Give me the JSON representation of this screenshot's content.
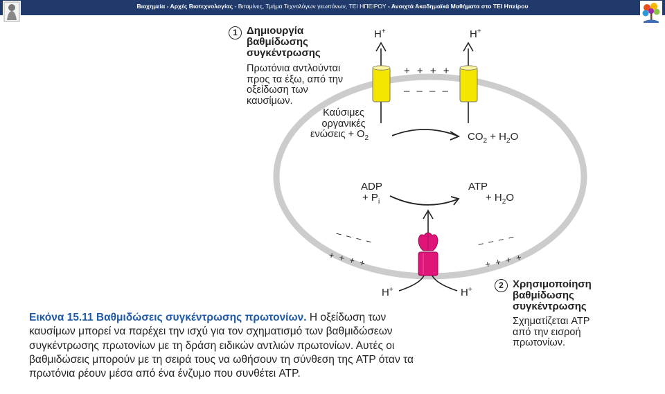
{
  "header": {
    "title_bold_1": "Βιοχημεία - Αρχές Βιοτεχνολογίας",
    "separator": " - ",
    "title_normal": "Βιταμίνες, Τμήμα Τεχνολόγων γεωπόνων, ΤΕΙ ΗΠΕΙΡΟΥ",
    "title_bold_2": "Ανοιχτά Ακαδημαϊκά Μαθήματα στο ΤΕΙ Ηπείρου"
  },
  "step1": {
    "number": "1",
    "title_lines": [
      "Δημιουργία",
      "βαθμίδωσης",
      "συγκέντρωσης"
    ],
    "desc_lines": [
      "Πρωτόνια αντλούνται",
      "προς τα έξω, από την",
      "οξείδωση των",
      "καυσίμων."
    ]
  },
  "step2": {
    "number": "2",
    "title_lines": [
      "Χρησιμοποίηση",
      "βαθμίδωσης",
      "συγκέντρωσης"
    ],
    "desc_lines": [
      "Σχηματίζεται ATP",
      "από την εισροή",
      "πρωτονίων."
    ]
  },
  "reaction_top": {
    "reactant_lines": [
      "Καύσιμες",
      "οργανικές",
      "ενώσεις + O"
    ],
    "reactant_sub": "2",
    "product": "CO",
    "product_sub": "2",
    "product_tail": " + H",
    "product_sub2": "2",
    "product_tail2": "O"
  },
  "reaction_bottom": {
    "reactant1": "ADP",
    "reactant2": "+ P",
    "reactant2_sub": "i",
    "product1": "ATP",
    "product2": "+ H",
    "product2_sub": "2",
    "product2_tail": "O"
  },
  "labels": {
    "proton": "H",
    "proton_sup": "+",
    "plus_row": "+ + + +",
    "minus_row": "– – – –"
  },
  "caption": {
    "head": "Εικόνα 15.11 Βαθμιδώσεις συγκέντρωσης πρωτονίων.",
    "body": " Η οξείδωση των καυσίμων μπορεί να παρέχει την ισχύ για τον σχηματισμό των βαθμιδώσεων συγκέντρωσης πρωτονίων με τη δράση ειδικών αντλιών πρωτονίων. Αυτές οι βαθμιδώσεις μπορούν με τη σειρά τους να ωθήσουν τη σύνθεση της ATP όταν τα πρωτόνια ρέουν μέσα από ένα ένζυμο που συνθέτει ATP."
  },
  "colors": {
    "header_bg": "#1f3a6b",
    "pump": "#f5e600",
    "atp_synthase": "#e0157a",
    "membrane": "#cccccc",
    "caption_head": "#1f5aa8"
  },
  "icons": {
    "left_logo": "university-crest-icon",
    "right_logo": "open-courses-tree-icon"
  }
}
